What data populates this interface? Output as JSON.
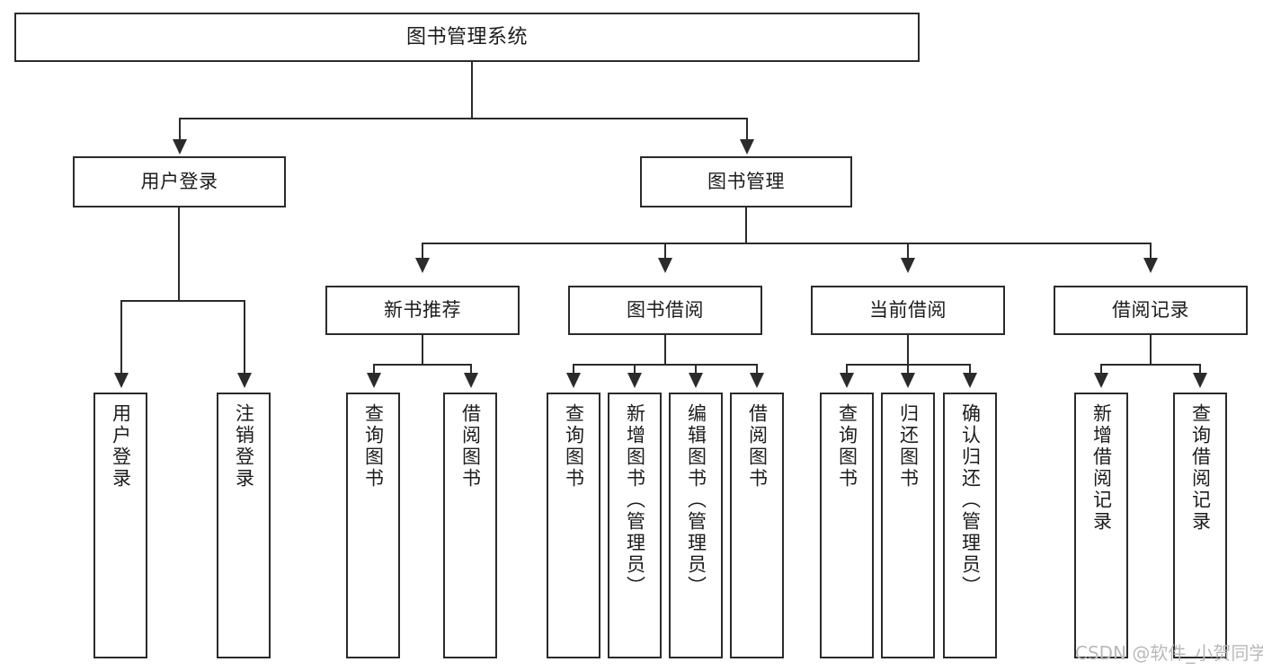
{
  "diagram": {
    "title": "图书管理系统",
    "type": "tree",
    "watermark": "CSDN @软件_小贺同学",
    "colors": {
      "stroke": "#2b2b2b",
      "fill": "#ffffff",
      "text": "#1c1c1c",
      "watermark": "#b9b9b9"
    },
    "nodes": {
      "root": "图书管理系统",
      "level2": [
        {
          "label": "用户登录"
        },
        {
          "label": "图书管理"
        }
      ],
      "level3": [
        {
          "label": "新书推荐"
        },
        {
          "label": "图书借阅"
        },
        {
          "label": "当前借阅"
        },
        {
          "label": "借阅记录"
        }
      ],
      "leaves": {
        "user_login": [
          "用户登录",
          "注销登录"
        ],
        "new_book": [
          "查询图书",
          "借阅图书"
        ],
        "borrow_book": [
          "查询图书",
          "新增图书（管理员）",
          "编辑图书（管理员）",
          "借阅图书"
        ],
        "current_borrow": [
          "查询图书",
          "归还图书",
          "确认归还（管理员）"
        ],
        "borrow_record": [
          "新增借阅记录",
          "查询借阅记录"
        ]
      }
    }
  }
}
